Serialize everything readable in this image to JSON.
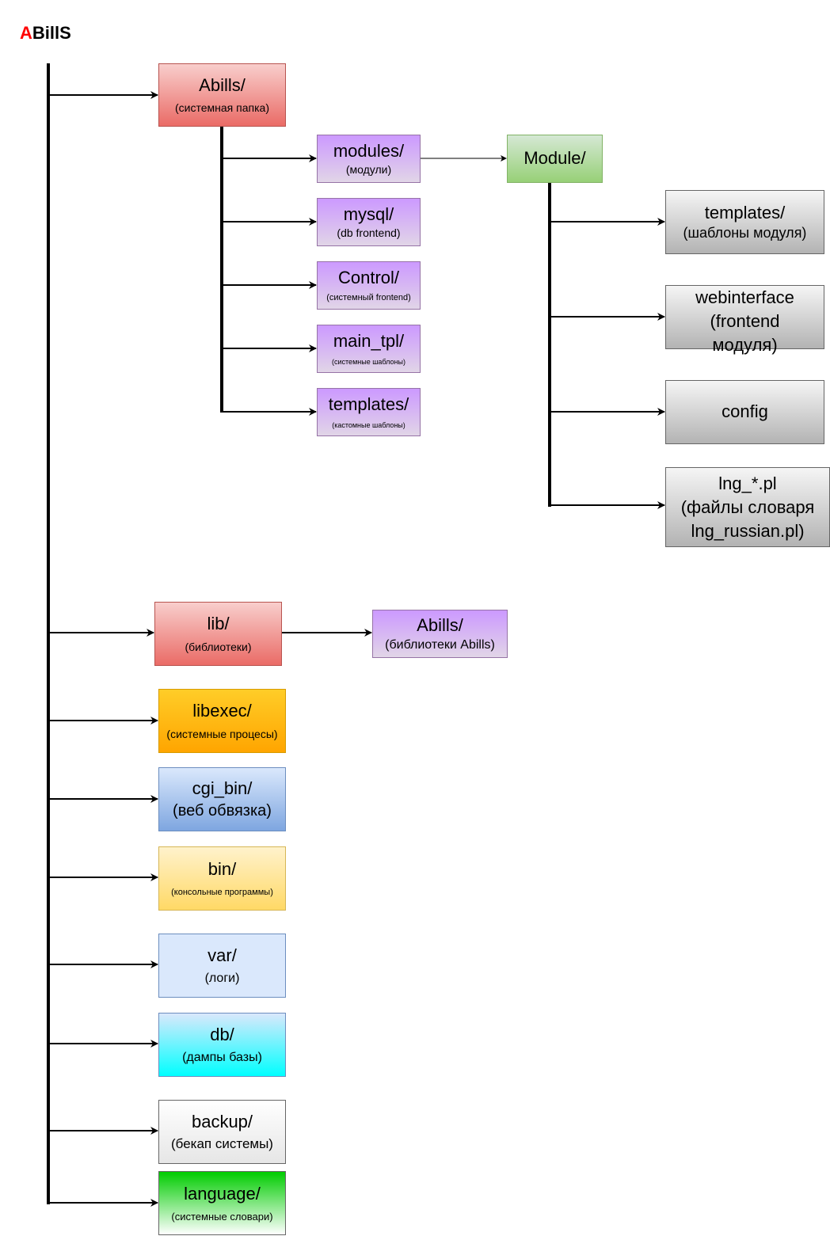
{
  "logo": {
    "accent": "A",
    "rest": "BillS",
    "accent_color": "#ff0000"
  },
  "nodes": {
    "abills": {
      "title": "Abills/",
      "subtitle": "(системная папка)"
    },
    "modules": {
      "title": "modules/",
      "subtitle": "(модули)"
    },
    "mysql": {
      "title": "mysql/",
      "subtitle": "(db frontend)"
    },
    "control": {
      "title": "Control/",
      "subtitle": "(системный frontend)"
    },
    "main_tpl": {
      "title": "main_tpl/",
      "subtitle": "(системные шаблоны)"
    },
    "templates": {
      "title": "templates/",
      "subtitle": "(кастомные шаблоны)"
    },
    "module": {
      "title": "Module/"
    },
    "mod_templates": {
      "title": "templates/",
      "subtitle": "(шаблоны модуля)"
    },
    "webinterface": {
      "title": "webinterface",
      "subtitle": "(frontend модуля)"
    },
    "config": {
      "title": "config"
    },
    "lng": {
      "title": "lng_*.pl",
      "subtitle": "(файлы словаря lng_russian.pl)"
    },
    "lib": {
      "title": "lib/",
      "subtitle": "(библиотеки)"
    },
    "lib_abills": {
      "title": "Abills/",
      "subtitle": "(библиотеки Abills)"
    },
    "libexec": {
      "title": "libexec/",
      "subtitle": "(системные процесы)"
    },
    "cgi_bin": {
      "title": "cgi_bin/",
      "subtitle": "(веб обвязка)"
    },
    "bin": {
      "title": "bin/",
      "subtitle": "(консольные программы)"
    },
    "var": {
      "title": "var/",
      "subtitle": "(логи)"
    },
    "db": {
      "title": "db/",
      "subtitle": "(дампы базы)"
    },
    "backup": {
      "title": "backup/",
      "subtitle": "(бекап системы)"
    },
    "language": {
      "title": "language/",
      "subtitle": "(системные словари)"
    }
  },
  "edges": [
    [
      "root",
      "abills"
    ],
    [
      "abills",
      "modules"
    ],
    [
      "abills",
      "mysql"
    ],
    [
      "abills",
      "control"
    ],
    [
      "abills",
      "main_tpl"
    ],
    [
      "abills",
      "templates"
    ],
    [
      "modules",
      "module"
    ],
    [
      "module",
      "mod_templates"
    ],
    [
      "module",
      "webinterface"
    ],
    [
      "module",
      "config"
    ],
    [
      "module",
      "lng"
    ],
    [
      "root",
      "lib"
    ],
    [
      "lib",
      "lib_abills"
    ],
    [
      "root",
      "libexec"
    ],
    [
      "root",
      "cgi_bin"
    ],
    [
      "root",
      "bin"
    ],
    [
      "root",
      "var"
    ],
    [
      "root",
      "db"
    ],
    [
      "root",
      "backup"
    ],
    [
      "root",
      "language"
    ]
  ]
}
